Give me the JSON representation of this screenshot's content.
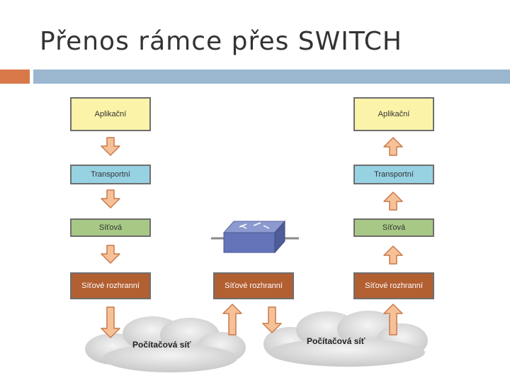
{
  "title": "Přenos rámce přes SWITCH",
  "layers": {
    "application": "Aplikační",
    "transport": "Transportní",
    "network": "Síťová",
    "interface": "Síťové rozhranní"
  },
  "cloud_label": "Počítačová síť",
  "colors": {
    "orange_bar": "#d9794a",
    "blue_bar": "#9ab7cf",
    "application": "#fbf3a7",
    "transport": "#97d2e3",
    "network": "#a7c985",
    "interface": "#b25f32",
    "arrow_fill": "#f7c198",
    "arrow_stroke": "#c8794a"
  }
}
